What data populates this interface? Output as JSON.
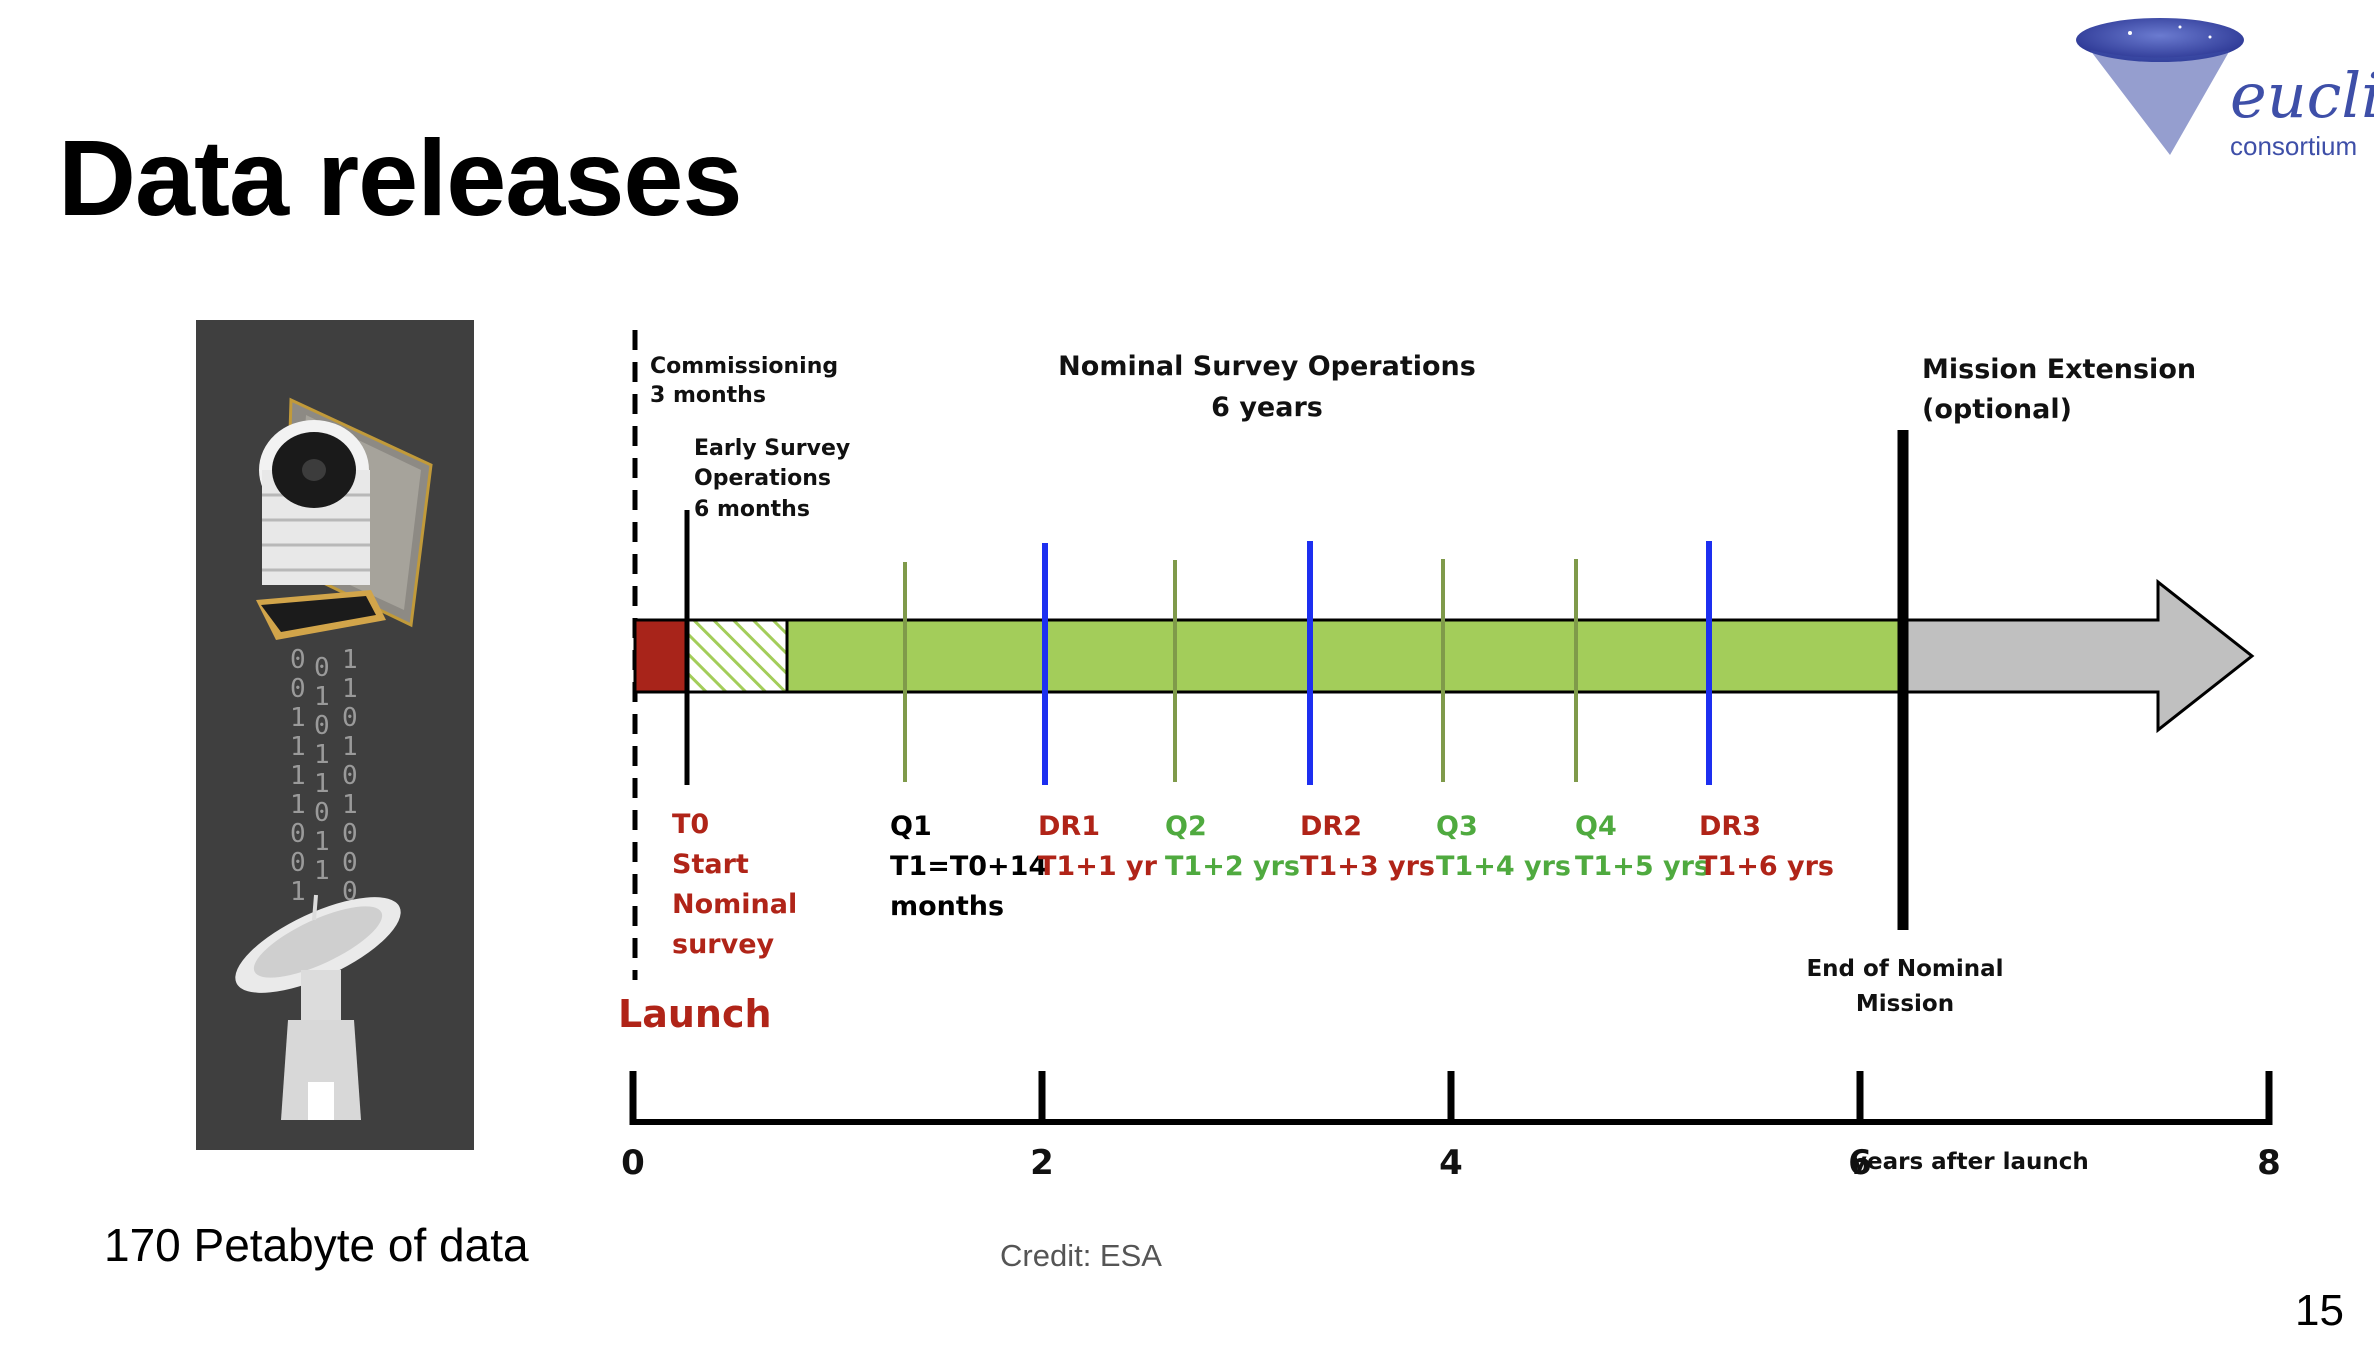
{
  "slide": {
    "title": "Data releases",
    "caption": "170 Petabyte of data",
    "credit": "Credit: ESA",
    "page_number": "15"
  },
  "logo": {
    "name": "euclid",
    "subtitle": "consortium",
    "color": "#3e4fa8"
  },
  "left_panel": {
    "binary_columns": [
      [
        "0",
        "0",
        "1",
        "1",
        "1",
        "1",
        "0",
        "0",
        "1"
      ],
      [
        "0",
        "1",
        "0",
        "1",
        "1",
        "0",
        "1",
        "1"
      ],
      [
        "1",
        "1",
        "0",
        "1",
        "0",
        "1",
        "0",
        "0",
        "0"
      ]
    ]
  },
  "diagram": {
    "phases": {
      "commissioning": [
        "Commissioning",
        "3 months"
      ],
      "early": [
        "Early Survey",
        "Operations",
        "6 months"
      ],
      "nominal": [
        "Nominal Survey Operations",
        "6 years"
      ],
      "extension": [
        "Mission Extension",
        "(optional)"
      ],
      "end": [
        "End of Nominal",
        "Mission"
      ]
    },
    "launch_label": "Launch",
    "t0_lines": [
      "T0",
      "Start",
      "Nominal",
      "survey"
    ],
    "markers": [
      {
        "name": "q1",
        "label": "Q1",
        "sub": [
          "T1=T0+14",
          "months"
        ],
        "kind": "quarterly",
        "label_color": "#000000"
      },
      {
        "name": "dr1",
        "label": "DR1",
        "sub": [
          "T1+1 yr"
        ],
        "kind": "release",
        "label_color": "#b02418"
      },
      {
        "name": "q2",
        "label": "Q2",
        "sub": [
          "T1+2 yrs"
        ],
        "kind": "quarterly",
        "label_color": "#4faa3f"
      },
      {
        "name": "dr2",
        "label": "DR2",
        "sub": [
          "T1+3 yrs"
        ],
        "kind": "release",
        "label_color": "#b02418"
      },
      {
        "name": "q3",
        "label": "Q3",
        "sub": [
          "T1+4 yrs"
        ],
        "kind": "quarterly",
        "label_color": "#4faa3f"
      },
      {
        "name": "q4",
        "label": "Q4",
        "sub": [
          "T1+5 yrs"
        ],
        "kind": "quarterly",
        "label_color": "#4faa3f"
      },
      {
        "name": "dr3",
        "label": "DR3",
        "sub": [
          "T1+6 yrs"
        ],
        "kind": "release",
        "label_color": "#b02418"
      }
    ],
    "axis": {
      "ticks": [
        "0",
        "2",
        "4",
        "6",
        "8"
      ],
      "unit": "years after launch"
    },
    "colors": {
      "commissioning": "#a8241a",
      "nominal": "#a3cd5a",
      "extension": "#c0c0c0",
      "quarterly_line": "#7f9a4a",
      "release_line": "#1d2ff0",
      "red_text": "#b02418",
      "green_text": "#4faa3f"
    }
  }
}
